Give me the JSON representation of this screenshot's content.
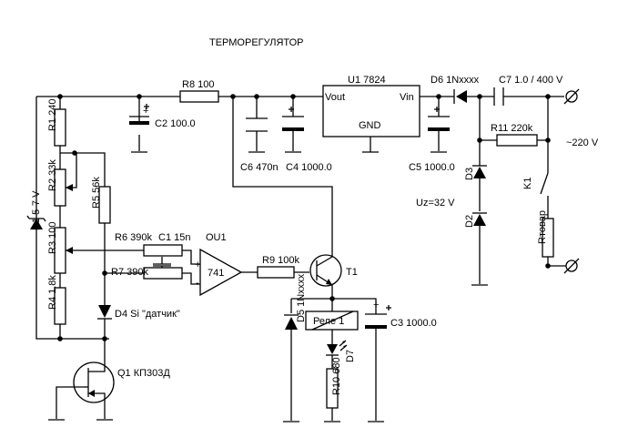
{
  "title": "ТЕРМОРЕГУЛЯТОР",
  "components": {
    "r8": "R8 100",
    "u1": "U1 7824",
    "u1_vout": "Vout",
    "u1_vin": "Vin",
    "u1_gnd": "GND",
    "d6": "D6 1Nxxxx",
    "c7": "C7 1.0 / 400 V",
    "r1": "R1 240",
    "c2": "C2 100.0",
    "c6": "C6 470n",
    "c4": "C4 1000.0",
    "c5": "C5 1000.0",
    "r11": "R11 220k",
    "mains": "~220 V",
    "r2": "R2 33k",
    "r5": "R5 56k",
    "d3": "D3",
    "k1": "K1",
    "uz": "Uz=32 V",
    "d2": "D2",
    "d1": "D1 5-7 V",
    "r6": "R6 390k",
    "c1": "C1 15n",
    "ou1": "OU1",
    "r3": "R3 100",
    "opamp": "741",
    "r9": "R9 100k",
    "t1": "T1",
    "r7": "R7 390k",
    "rtovar": "Rтовар",
    "r4": "R4 1.8k",
    "d5": "D5 1Nxxxx",
    "relay": "Реле 1",
    "c3": "C3 1000.0",
    "d4": "D4 Si \"датчик\"",
    "d7": "D7",
    "q1": "Q1 КП303Д",
    "r10": "R10 680",
    "plus": "+",
    "minus": "-"
  }
}
